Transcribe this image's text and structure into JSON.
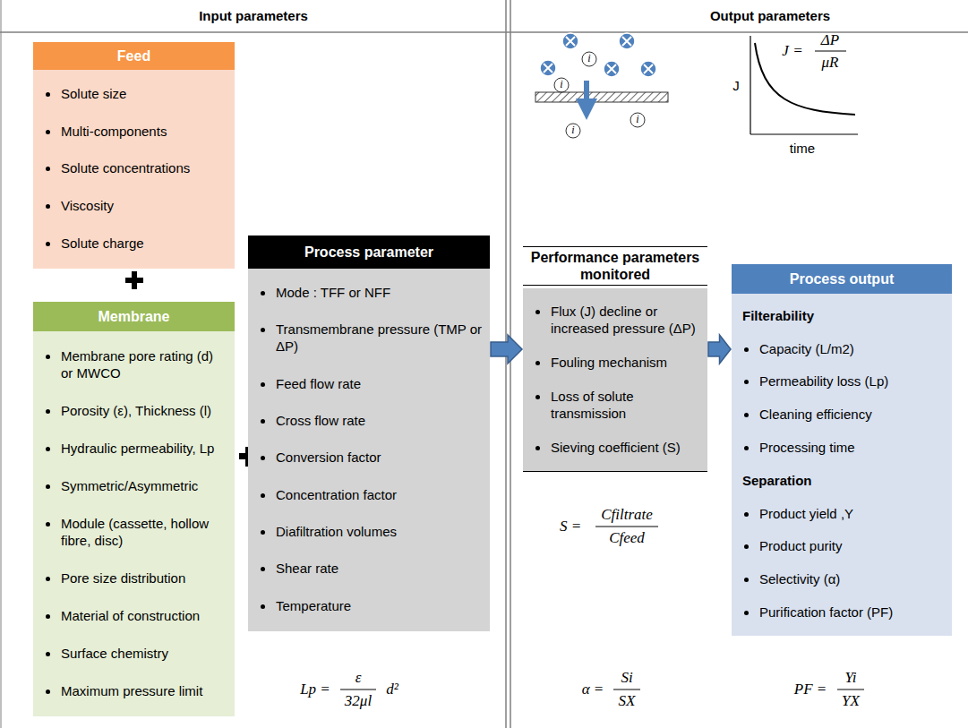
{
  "diagram": {
    "nodes": [
      {
        "text": [
          "Feed",
          "Solute size",
          "Multi-components",
          "Solute concentrations",
          "Viscosity",
          "Solute charge"
        ]
      },
      {
        "text": [
          "Membrane",
          "Membrane pore rating (d) or MWCO",
          "Porosity (ε), Thickness (l)",
          "Hydraulic permeability, Lp",
          "Symmetric/Asymmetric",
          "Module (cassette, hollow fibre, disc)",
          "Pore size distribution",
          "Material of construction",
          "Surface chemistry",
          "Maximum pressure limit"
        ]
      },
      {
        "text": [
          "Process parameter",
          "Mode : TFF or NFF",
          "Transmembrane pressure (TMP or ΔP)",
          "Feed flow rate",
          "Cross flow rate",
          "Conversion factor",
          "Concentration factor",
          "Diafiltration volumes",
          "Shear rate",
          "Temperature"
        ]
      },
      {
        "text": [
          "Performance parameters monitored",
          "Flux (J) decline or increased pressure (ΔP)",
          "Fouling mechanism",
          "Loss of solute transmission",
          "Sieving coefficient (S)"
        ]
      },
      {
        "text": [
          "Process output",
          "Filterability",
          "Capacity (L/m2)",
          "Permeability loss (Lp)",
          "Cleaning efficiency",
          "Processing time",
          "Separation",
          "Product yield ,Y",
          "Product purity",
          "Selectivity (α)",
          "Purification factor (PF)"
        ]
      }
    ],
    "edges": [
      {
        "from": 2,
        "to": 3,
        "arrow": "to"
      },
      {
        "from": 3,
        "to": 4,
        "arrow": "to"
      }
    ],
    "labels": [
      "Input parameters",
      "Output parameters",
      "i",
      "i",
      "i",
      "i",
      "J",
      "time",
      "J =",
      "ΔP",
      "μR",
      "Lp =",
      "ε",
      "32μl",
      "d²",
      "S =",
      "Cfiltrate",
      "Cfeed",
      "α =",
      "Si",
      "SX",
      "PF =",
      "Yi",
      "YX"
    ]
  }
}
